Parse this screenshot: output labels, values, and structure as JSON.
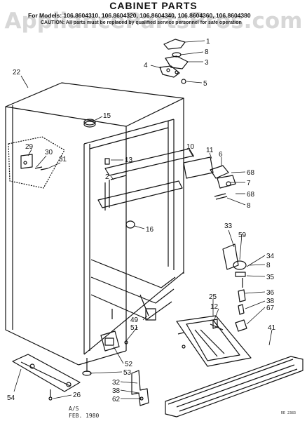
{
  "header": {
    "watermark": "AppliancePartsPros.com",
    "title": "CABINET PARTS",
    "models": "For Models: 106.8604310, 106.8604320, 106.8604340, 106.8604360, 106.8604380",
    "caution": "CAUTION: All parts must be replaced by qualified service personnel for safe operation"
  },
  "footer": {
    "revision": "A/S",
    "date": "FEB. 1980",
    "ref": "RE 2383"
  },
  "callouts": [
    {
      "label": "1",
      "part": "hinge-cover"
    },
    {
      "label": "8",
      "part": "screw"
    },
    {
      "label": "3",
      "part": "hinge-top"
    },
    {
      "label": "4",
      "part": "shim"
    },
    {
      "label": "5",
      "part": "screw"
    },
    {
      "label": "22",
      "part": "cabinet"
    },
    {
      "label": "15",
      "part": "plug-button"
    },
    {
      "label": "29",
      "part": "latch"
    },
    {
      "label": "30",
      "part": "screw"
    },
    {
      "label": "31",
      "part": "screw"
    },
    {
      "label": "13",
      "part": "plug"
    },
    {
      "label": "10",
      "part": "rail"
    },
    {
      "label": "11",
      "part": "rail"
    },
    {
      "label": "6",
      "part": "bracket"
    },
    {
      "label": "68",
      "part": "screw"
    },
    {
      "label": "7",
      "part": "hinge-center"
    },
    {
      "label": "68",
      "part": "screw"
    },
    {
      "label": "8",
      "part": "screw"
    },
    {
      "label": "2",
      "part": "screw"
    },
    {
      "label": "16",
      "part": "plug"
    },
    {
      "label": "33",
      "part": "hinge-bottom"
    },
    {
      "label": "59",
      "part": "pin"
    },
    {
      "label": "34",
      "part": "bushing"
    },
    {
      "label": "8",
      "part": "screw"
    },
    {
      "label": "35",
      "part": "screw"
    },
    {
      "label": "36",
      "part": "pin"
    },
    {
      "label": "38",
      "part": "screw"
    },
    {
      "label": "67",
      "part": "cap"
    },
    {
      "label": "25",
      "part": "drain-pan"
    },
    {
      "label": "12",
      "part": "clip"
    },
    {
      "label": "41",
      "part": "grille"
    },
    {
      "label": "49",
      "part": "bracket"
    },
    {
      "label": "51",
      "part": "screw"
    },
    {
      "label": "52",
      "part": "leveling-bracket"
    },
    {
      "label": "53",
      "part": "leveler"
    },
    {
      "label": "32",
      "part": "bracket"
    },
    {
      "label": "38",
      "part": "screw"
    },
    {
      "label": "62",
      "part": "screw"
    },
    {
      "label": "54",
      "part": "roller-assembly"
    },
    {
      "label": "26",
      "part": "screw"
    }
  ]
}
